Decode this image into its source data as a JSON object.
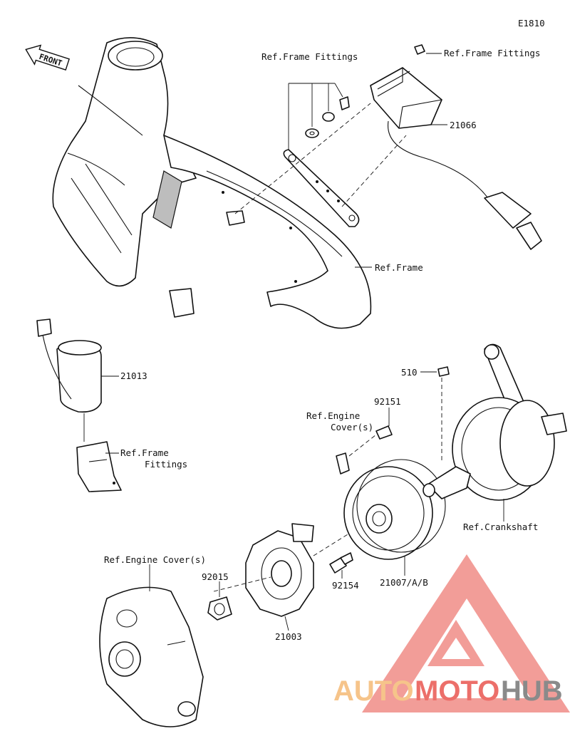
{
  "diagram_code": "E1810",
  "front_label": "FRONT",
  "labels": {
    "ref_frame_fittings_top": "Ref.Frame Fittings",
    "ref_frame_fittings_right": "Ref.Frame Fittings",
    "part_21066": "21066",
    "ref_frame": "Ref.Frame",
    "part_21013": "21013",
    "ref_frame_fittings_left_1": "Ref.Frame",
    "ref_frame_fittings_left_2": "Fittings",
    "part_510": "510",
    "part_92151": "92151",
    "ref_engine_cover_mid_1": "Ref.Engine",
    "ref_engine_cover_mid_2": "Cover(s)",
    "ref_crankshaft": "Ref.Crankshaft",
    "ref_engine_cover_bottom": "Ref.Engine Cover(s)",
    "part_92015": "92015",
    "part_92154": "92154",
    "part_21007": "21007/A/B",
    "part_21003": "21003"
  },
  "watermark": {
    "word_1": "AUTO",
    "word_2": "MOTO",
    "word_3": "HUB",
    "color_1": "#f6c48a",
    "color_2": "#ec6f6a",
    "color_3": "#8a8a8a",
    "logo_color": "#ec6f6a"
  }
}
